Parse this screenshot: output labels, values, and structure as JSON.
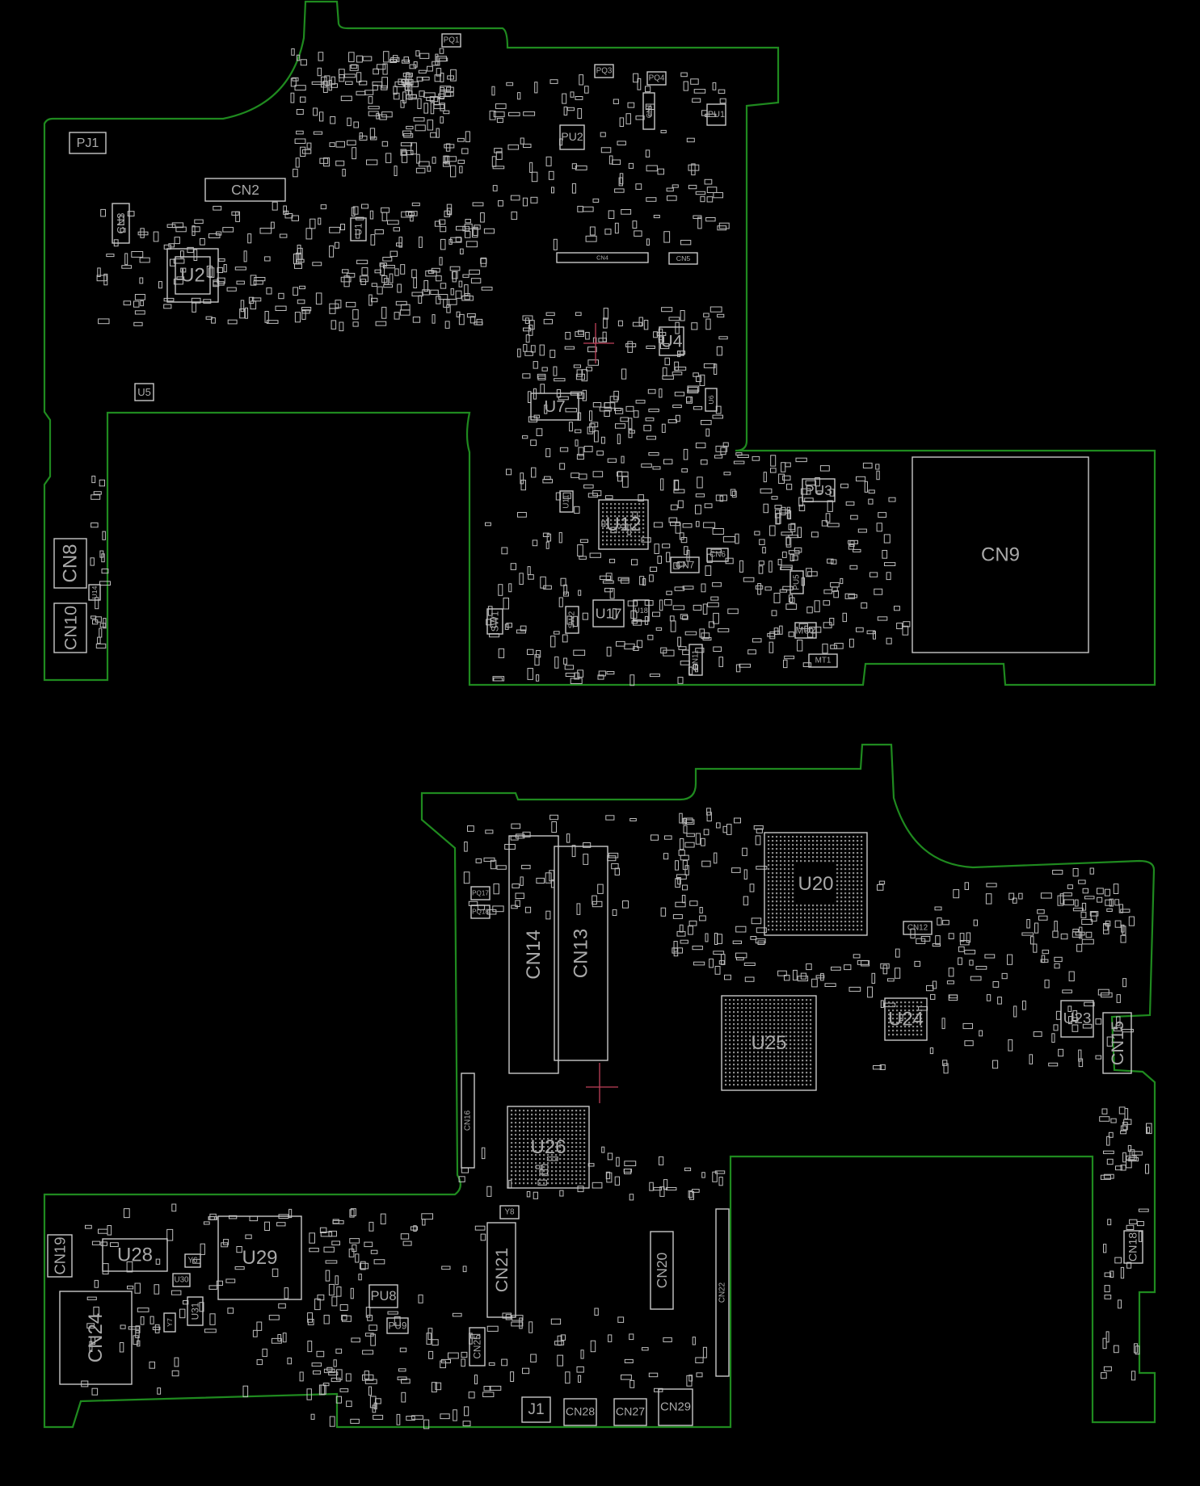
{
  "viewer": {
    "title": "Boardview"
  },
  "colors": {
    "background": "#000000",
    "outline": "#1f8a1f",
    "part": "#c8c8c8",
    "label": "#a9a9a9",
    "marker": "#c0405a"
  },
  "top_side": {
    "components": [
      "PJ1",
      "CN2",
      "CN3",
      "U2",
      "U5",
      "PQ1",
      "PQ3",
      "PQ4",
      "PU1",
      "PU2",
      "CN1",
      "CN4",
      "CN5",
      "U1",
      "U4",
      "U6",
      "U7",
      "U12",
      "U11",
      "CN7",
      "CN6",
      "PU3",
      "PU5",
      "U17",
      "U18",
      "SW1",
      "SW2",
      "CN11",
      "MU2",
      "MT1",
      "CN9",
      "CN8",
      "CN10",
      "U14"
    ]
  },
  "bottom_side": {
    "components": [
      "CN14",
      "CN13",
      "U20",
      "CN12",
      "U25",
      "U24",
      "U23",
      "CN15",
      "U26",
      "CN16",
      "CN19",
      "U28",
      "U29",
      "Y6",
      "U30",
      "U31",
      "Y7",
      "CN24",
      "PU8",
      "PU9",
      "Y8",
      "CN21",
      "CN20",
      "CN22",
      "CN25",
      "J1",
      "CN28",
      "CN27",
      "CN29",
      "CN18",
      "PQ17",
      "PQ18"
    ]
  }
}
